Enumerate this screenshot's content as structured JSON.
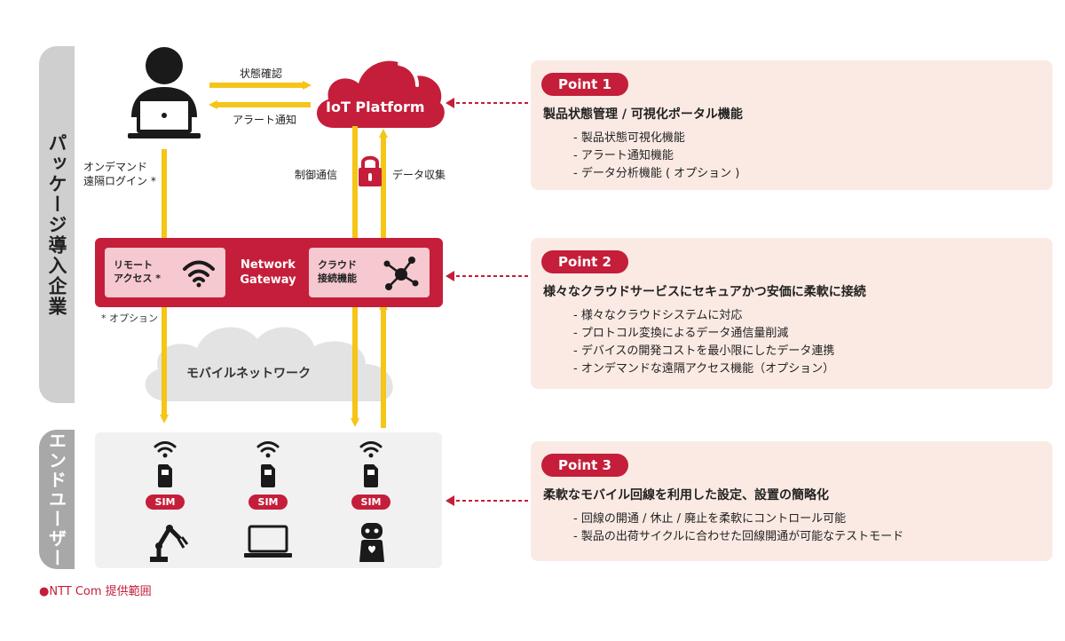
{
  "side_labels": {
    "package_companies": "パッケージ導入企業",
    "end_users": "エンドユーザー"
  },
  "cloud": {
    "title": "IoT Platform"
  },
  "flows": {
    "status_check": "状態確認",
    "alert_notify": "アラート通知",
    "control_comm": "制御通信",
    "data_collect": "データ収集",
    "on_demand_line1": "オンデマンド",
    "on_demand_line2": "遠隔ログイン *"
  },
  "gateway": {
    "title_line1": "Network",
    "title_line2": "Gateway",
    "remote_line1": "リモート",
    "remote_line2": "アクセス *",
    "cloud_line1": "クラウド",
    "cloud_line2": "接続機能"
  },
  "optional_note": "* オプション",
  "mobile_network": "モバイルネットワーク",
  "sim_label": "SIM",
  "legend": "●NTT Com 提供範囲",
  "colors": {
    "accent": "#c41e3a",
    "arrow": "#f5c518",
    "panel": "#fbeae4"
  },
  "points": [
    {
      "label": "Point 1",
      "heading": "製品状態管理 / 可視化ポータル機能",
      "items": [
        "- 製品状態可視化機能",
        "- アラート通知機能",
        "- データ分析機能 ( オプション )"
      ]
    },
    {
      "label": "Point 2",
      "heading": "様々なクラウドサービスにセキュアかつ安価に柔軟に接続",
      "items": [
        "- 様々なクラウドシステムに対応",
        "- プロトコル変換によるデータ通信量削減",
        "- デバイスの開発コストを最小限にしたデータ連携",
        "- オンデマンドな遠隔アクセス機能（オプション）"
      ]
    },
    {
      "label": "Point 3",
      "heading": "柔軟なモバイル回線を利用した設定、設置の簡略化",
      "items": [
        "- 回線の開通 / 休止 / 廃止を柔軟にコントロール可能",
        "- 製品の出荷サイクルに合わせた回線開通が可能なテストモード"
      ]
    }
  ]
}
